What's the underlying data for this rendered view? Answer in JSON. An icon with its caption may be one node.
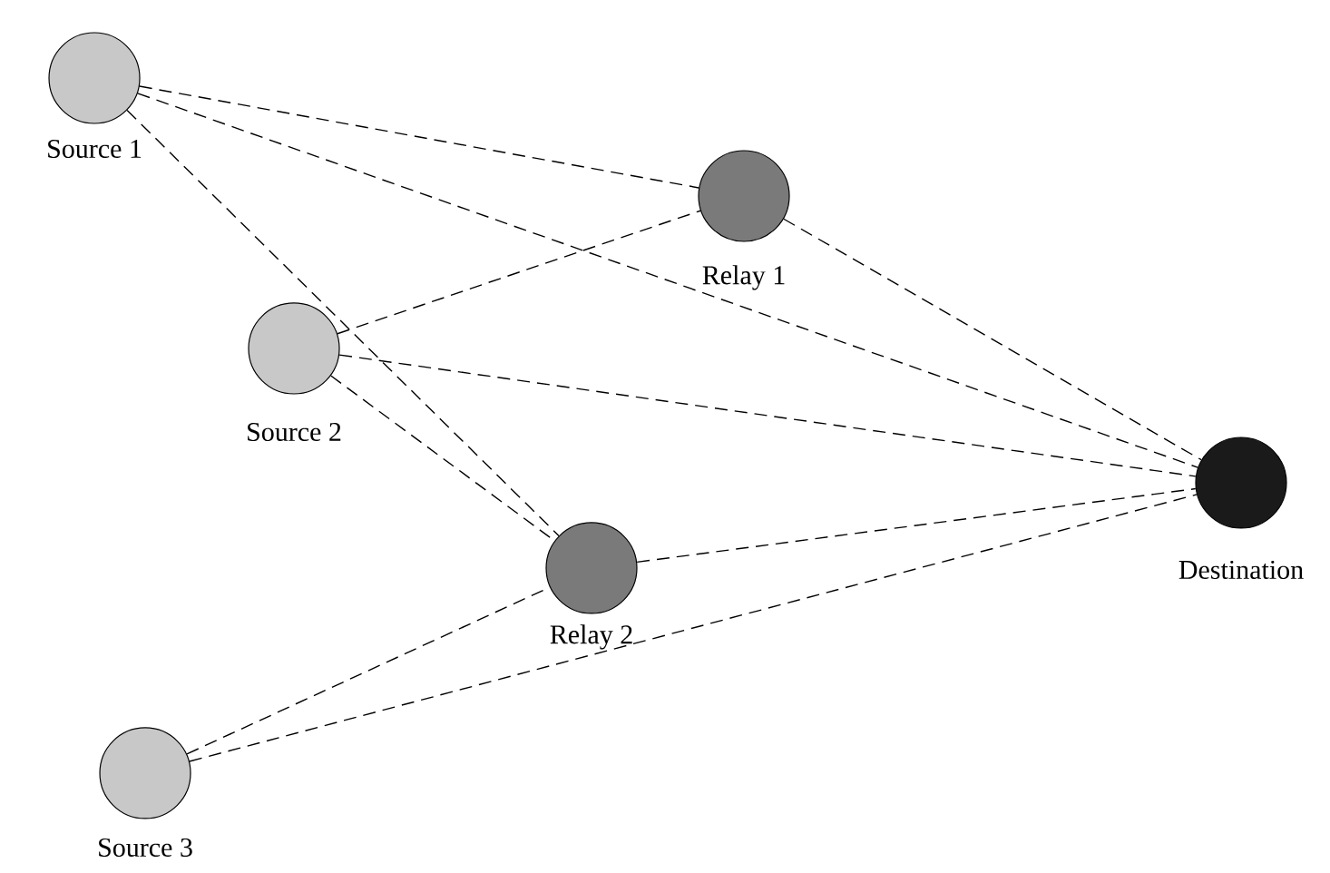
{
  "diagram": {
    "nodes": [
      {
        "text": [
          "Source 1"
        ]
      },
      {
        "text": [
          "Source 2"
        ]
      },
      {
        "text": [
          "Source 3"
        ]
      },
      {
        "text": [
          "Relay 1"
        ]
      },
      {
        "text": [
          "Relay 2"
        ]
      },
      {
        "text": [
          "Destination"
        ]
      }
    ],
    "edges": [
      {
        "from": 0,
        "to": 3,
        "arrow": "none",
        "style": "dashed"
      },
      {
        "from": 0,
        "to": 5,
        "arrow": "none",
        "style": "dashed"
      },
      {
        "from": 0,
        "to": 4,
        "arrow": "none",
        "style": "dashed"
      },
      {
        "from": 1,
        "to": 3,
        "arrow": "none",
        "style": "dashed"
      },
      {
        "from": 1,
        "to": 5,
        "arrow": "none",
        "style": "dashed"
      },
      {
        "from": 1,
        "to": 4,
        "arrow": "none",
        "style": "dashed"
      },
      {
        "from": 3,
        "to": 5,
        "arrow": "none",
        "style": "dashed"
      },
      {
        "from": 4,
        "to": 5,
        "arrow": "none",
        "style": "dashed"
      },
      {
        "from": 2,
        "to": 4,
        "arrow": "none",
        "style": "dashed"
      },
      {
        "from": 2,
        "to": 5,
        "arrow": "none",
        "style": "dashed"
      }
    ]
  }
}
